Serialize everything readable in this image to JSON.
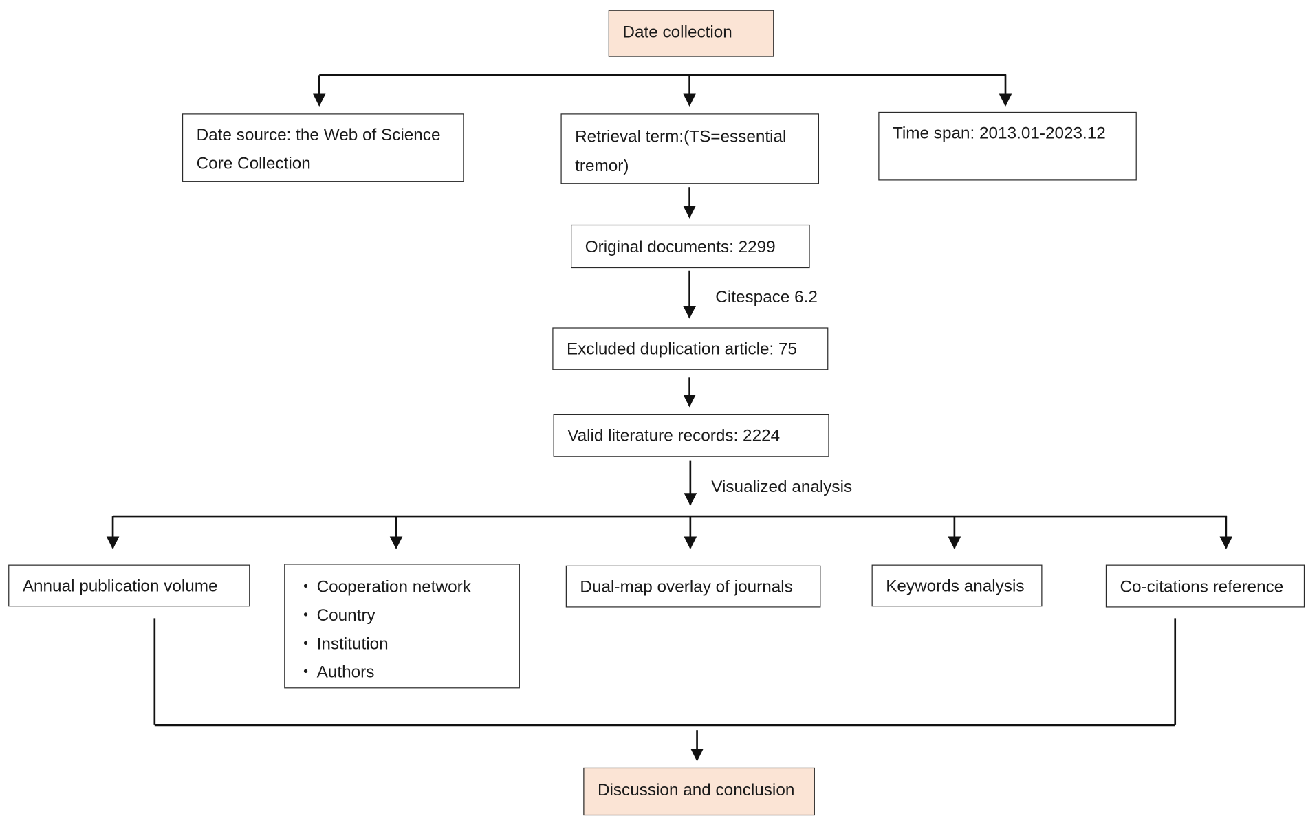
{
  "diagram": {
    "nodes": {
      "date_collection": "Date collection",
      "data_source": "Date source: the Web of Science Core Collection",
      "retrieval_term": "Retrieval term:(TS=essential tremor)",
      "time_span": "Time span: 2013.01-2023.12",
      "original_documents": "Original documents: 2299",
      "excluded_duplication": "Excluded duplication article: 75",
      "valid_records": "Valid literature records: 2224",
      "annual_publication": "Annual publication volume",
      "cooperation": {
        "items": [
          "Cooperation network",
          "Country",
          "Institution",
          "Authors"
        ]
      },
      "dual_map": "Dual-map overlay of journals",
      "keywords": "Keywords analysis",
      "co_citations": "Co-citations reference",
      "discussion": "Discussion and conclusion"
    },
    "edge_labels": {
      "citespace": "Citespace 6.2",
      "visualized": "Visualized analysis"
    },
    "colors": {
      "highlight_fill": "#fbe4d5",
      "line": "#111111"
    }
  }
}
